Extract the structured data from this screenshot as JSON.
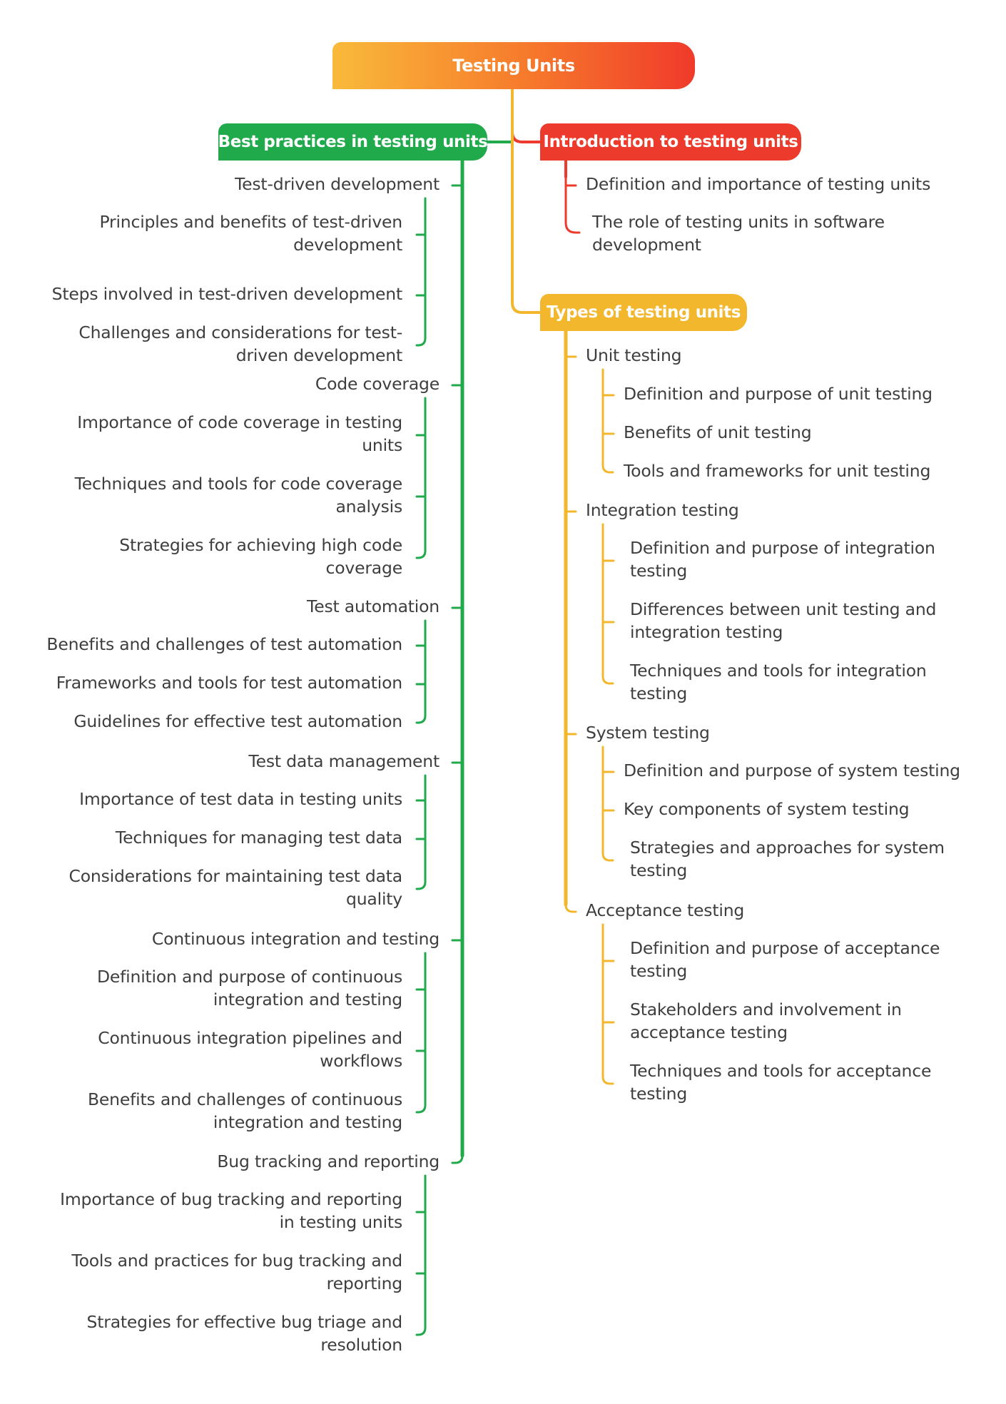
{
  "root": {
    "label": "Testing Units"
  },
  "colors": {
    "green": "#21aa4c",
    "red": "#ec3a2c",
    "amber": "#f2b72d",
    "root_gradient": [
      "#f9ba3b",
      "#f6782b",
      "#f03a2b"
    ],
    "text": "#3e3e3e"
  },
  "branches": {
    "best_practices": {
      "label": "Best practices in testing units",
      "topics": [
        {
          "label": "Test-driven development",
          "items": [
            "Principles and benefits of test-driven\ndevelopment",
            "Steps involved in test-driven development",
            "Challenges and considerations for test-\ndriven development"
          ]
        },
        {
          "label": "Code coverage",
          "items": [
            "Importance of code coverage in testing\nunits",
            "Techniques and tools for code coverage\nanalysis",
            "Strategies for achieving high code\ncoverage"
          ]
        },
        {
          "label": "Test automation",
          "items": [
            "Benefits and challenges of test automation",
            "Frameworks and tools for test automation",
            "Guidelines for effective test automation"
          ]
        },
        {
          "label": "Test data management",
          "items": [
            "Importance of test data in testing units",
            "Techniques for managing test data",
            "Considerations for maintaining test data\nquality"
          ]
        },
        {
          "label": "Continuous integration and testing",
          "items": [
            "Definition and purpose of continuous\nintegration and testing",
            "Continuous integration pipelines and\nworkflows",
            "Benefits and challenges of continuous\nintegration and testing"
          ]
        },
        {
          "label": "Bug tracking and reporting",
          "items": [
            "Importance of bug tracking and reporting\nin testing units",
            "Tools and practices for bug tracking and\nreporting",
            "Strategies for effective bug triage and\nresolution"
          ]
        }
      ]
    },
    "introduction": {
      "label": "Introduction to testing units",
      "items": [
        "Definition and importance of testing units",
        "The role of testing units in software\ndevelopment"
      ]
    },
    "types": {
      "label": "Types of testing units",
      "topics": [
        {
          "label": "Unit testing",
          "items": [
            "Definition and purpose of unit testing",
            "Benefits of unit testing",
            "Tools and frameworks for unit testing"
          ]
        },
        {
          "label": "Integration testing",
          "items": [
            "Definition and purpose of integration\ntesting",
            "Differences between unit testing and\nintegration testing",
            "Techniques and tools for integration\ntesting"
          ]
        },
        {
          "label": "System testing",
          "items": [
            "Definition and purpose of system testing",
            "Key components of system testing",
            "Strategies and approaches for system\ntesting"
          ]
        },
        {
          "label": "Acceptance testing",
          "items": [
            "Definition and purpose of acceptance\ntesting",
            "Stakeholders and involvement in\nacceptance testing",
            "Techniques and tools for acceptance\ntesting"
          ]
        }
      ]
    }
  }
}
